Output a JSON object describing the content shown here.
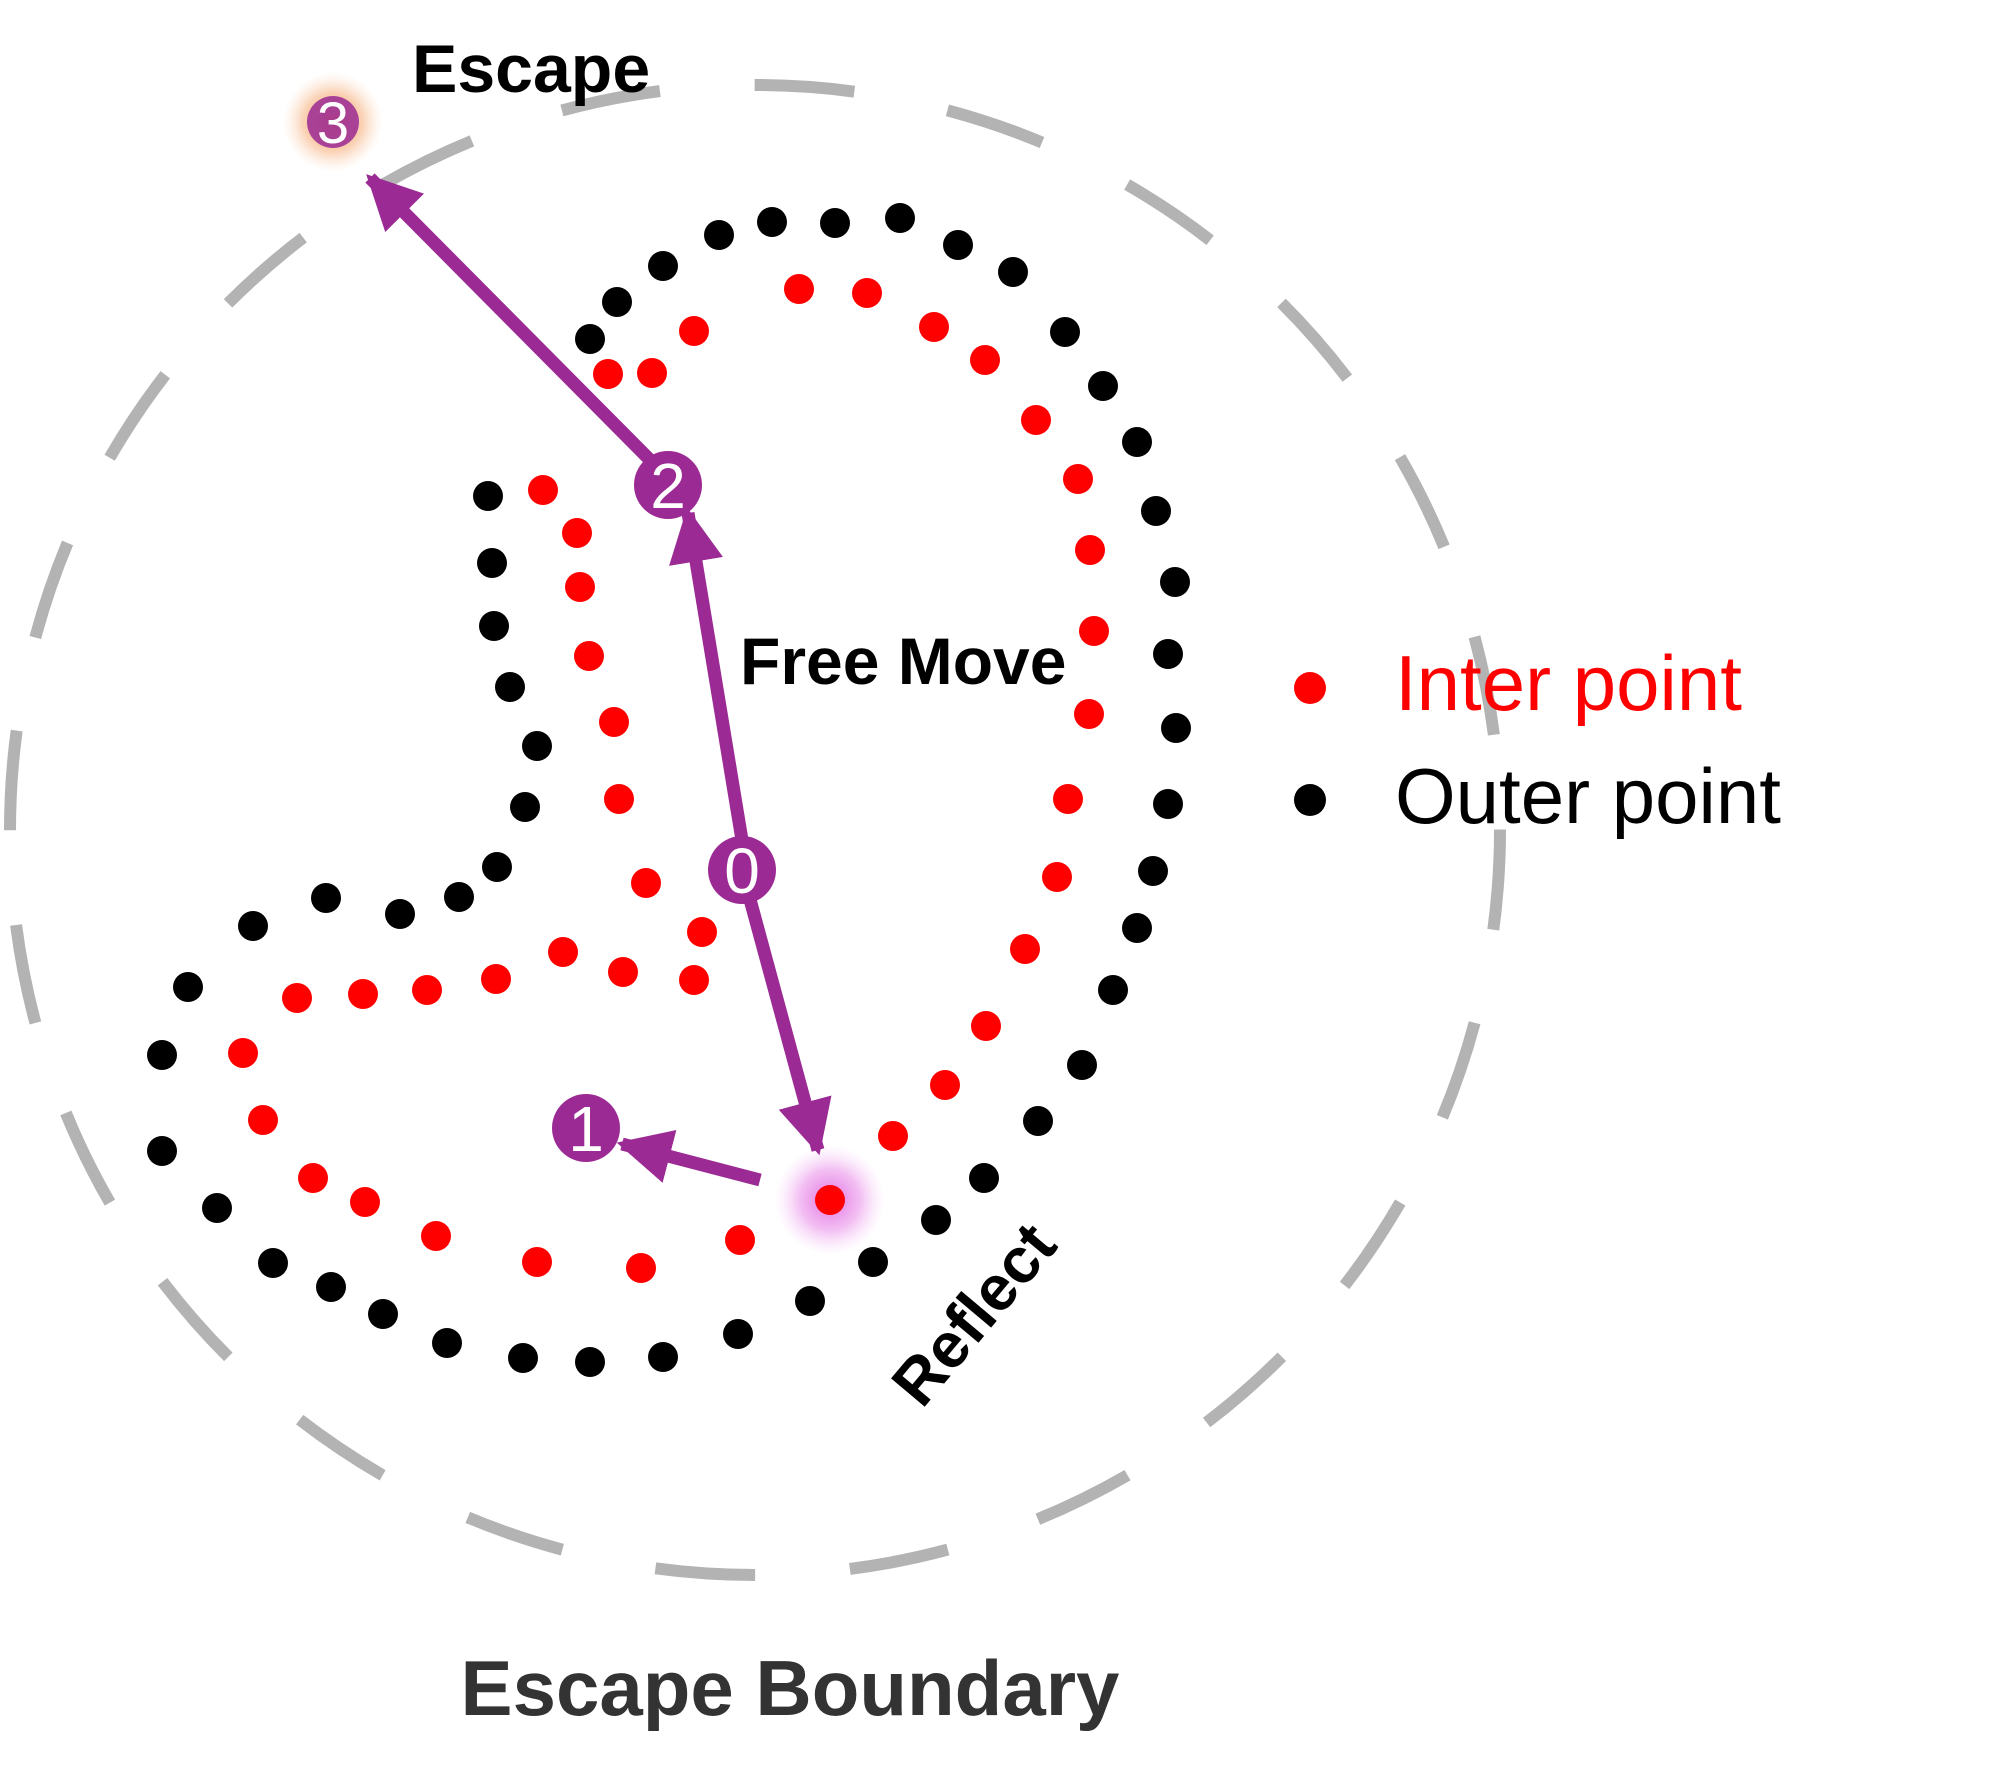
{
  "labels": {
    "escape": "Escape",
    "free_move": "Free Move",
    "reflect": "Reflect",
    "boundary": "Escape Boundary"
  },
  "legend": [
    {
      "label": "Inter point",
      "color": "#ff0000"
    },
    {
      "label": "Outer point",
      "color": "#000000"
    }
  ],
  "steps": [
    "0",
    "1",
    "2",
    "3"
  ],
  "colors": {
    "inter": "#ff0000",
    "outer": "#000000",
    "arrow": "#9b2a94",
    "boundary": "#b3b3b3",
    "reflect_glow": "#e066e0",
    "escape_glow": "#f08a3c"
  }
}
